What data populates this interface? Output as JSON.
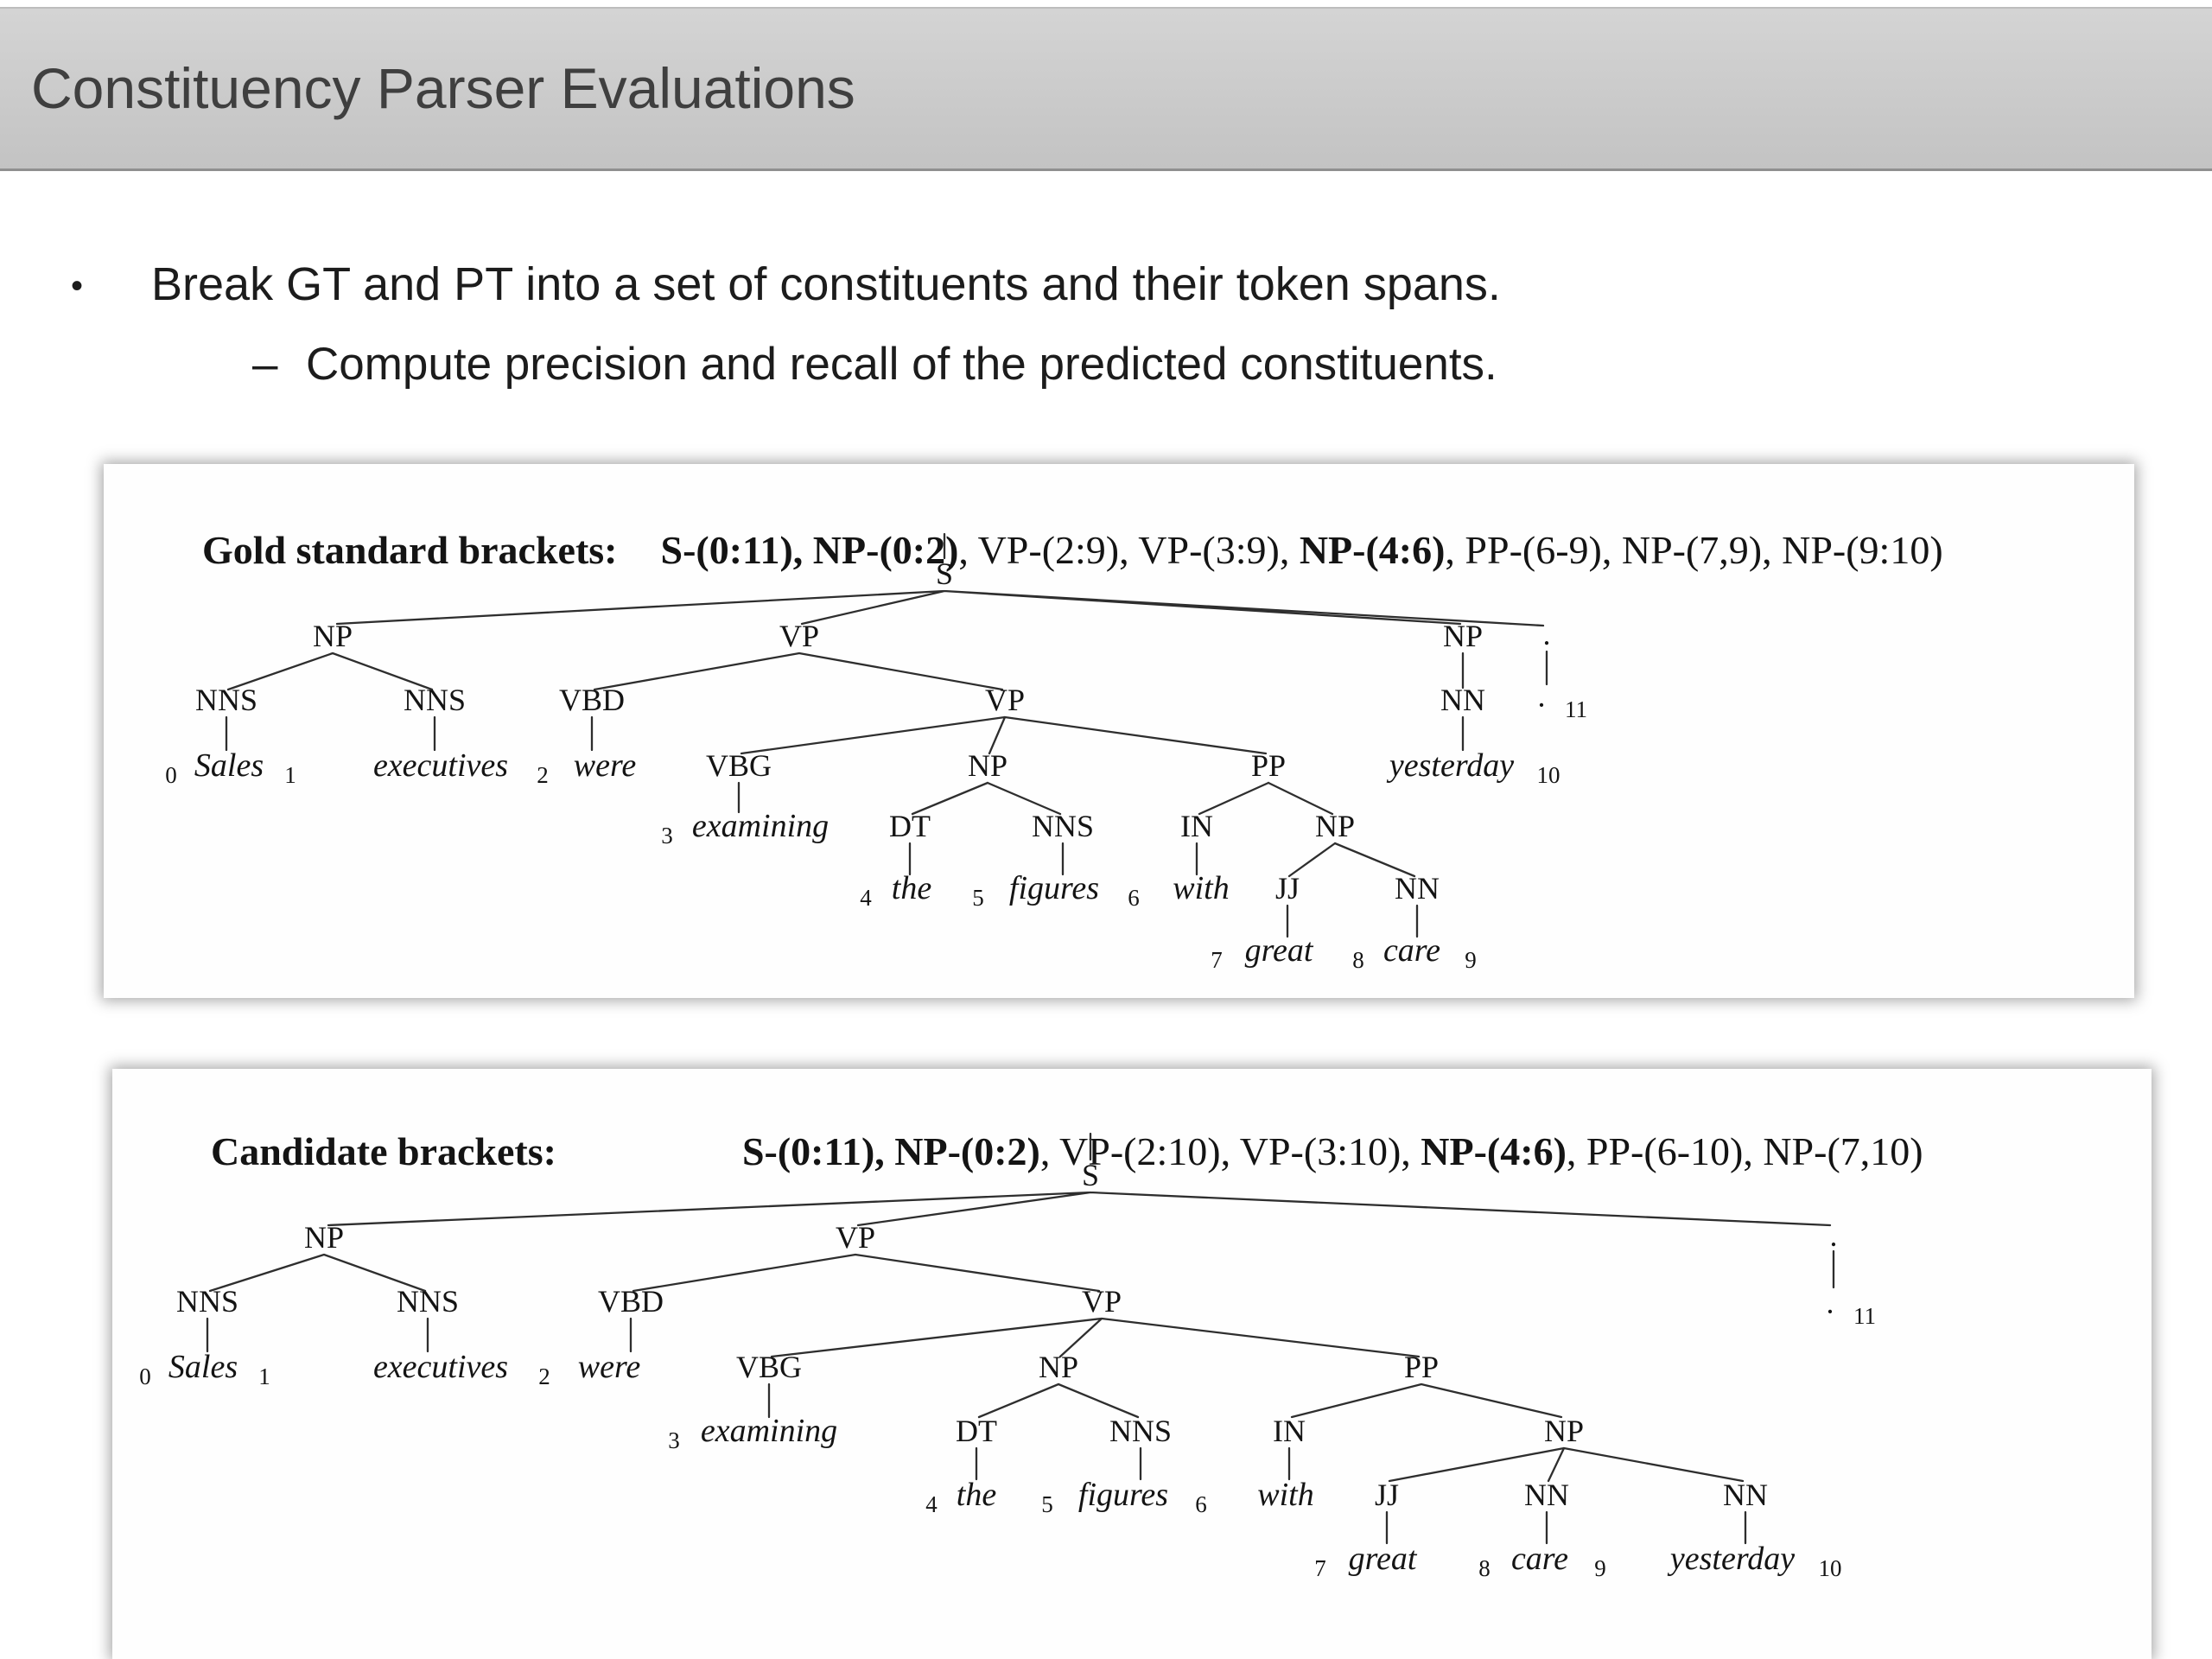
{
  "slide": {
    "title": "Constituency Parser Evaluations",
    "bullet_glyph": "•",
    "bullet": "Break GT and PT into a set of constituents and their token spans.",
    "dash_glyph": "–",
    "sub_bullet": "Compute precision and recall of the predicted constituents."
  },
  "gold": {
    "label": "Gold standard brackets:",
    "brackets_bold_1": "S-(0:11), NP-(0:2)",
    "brackets_normal_1": ", VP-(2:9), VP-(3:9), ",
    "brackets_bold_2": "NP-(4:6)",
    "brackets_normal_2": ", PP-(6-9), NP-(7,9), NP-(9:10)"
  },
  "candidate": {
    "label": "Candidate brackets:",
    "brackets_bold_1": "S-(0:11), NP-(0:2)",
    "brackets_normal_1": ", VP-(2:10), VP-(3:10), ",
    "brackets_bold_2": "NP-(4:6)",
    "brackets_normal_2": ", PP-(6-10), NP-(7,10)"
  },
  "labels": {
    "S": "S",
    "NP": "NP",
    "VP": "VP",
    "NNS": "NNS",
    "VBD": "VBD",
    "VBG": "VBG",
    "DT": "DT",
    "IN": "IN",
    "JJ": "JJ",
    "NN": "NN",
    "PP": "PP",
    "period": ".",
    "mid_dot": "·"
  },
  "tokens": {
    "words": [
      "Sales",
      "executives",
      "were",
      "examining",
      "the",
      "figures",
      "with",
      "great",
      "care",
      "yesterday"
    ],
    "indices": [
      "0",
      "1",
      "2",
      "3",
      "4",
      "5",
      "6",
      "7",
      "8",
      "9",
      "10",
      "11"
    ]
  }
}
